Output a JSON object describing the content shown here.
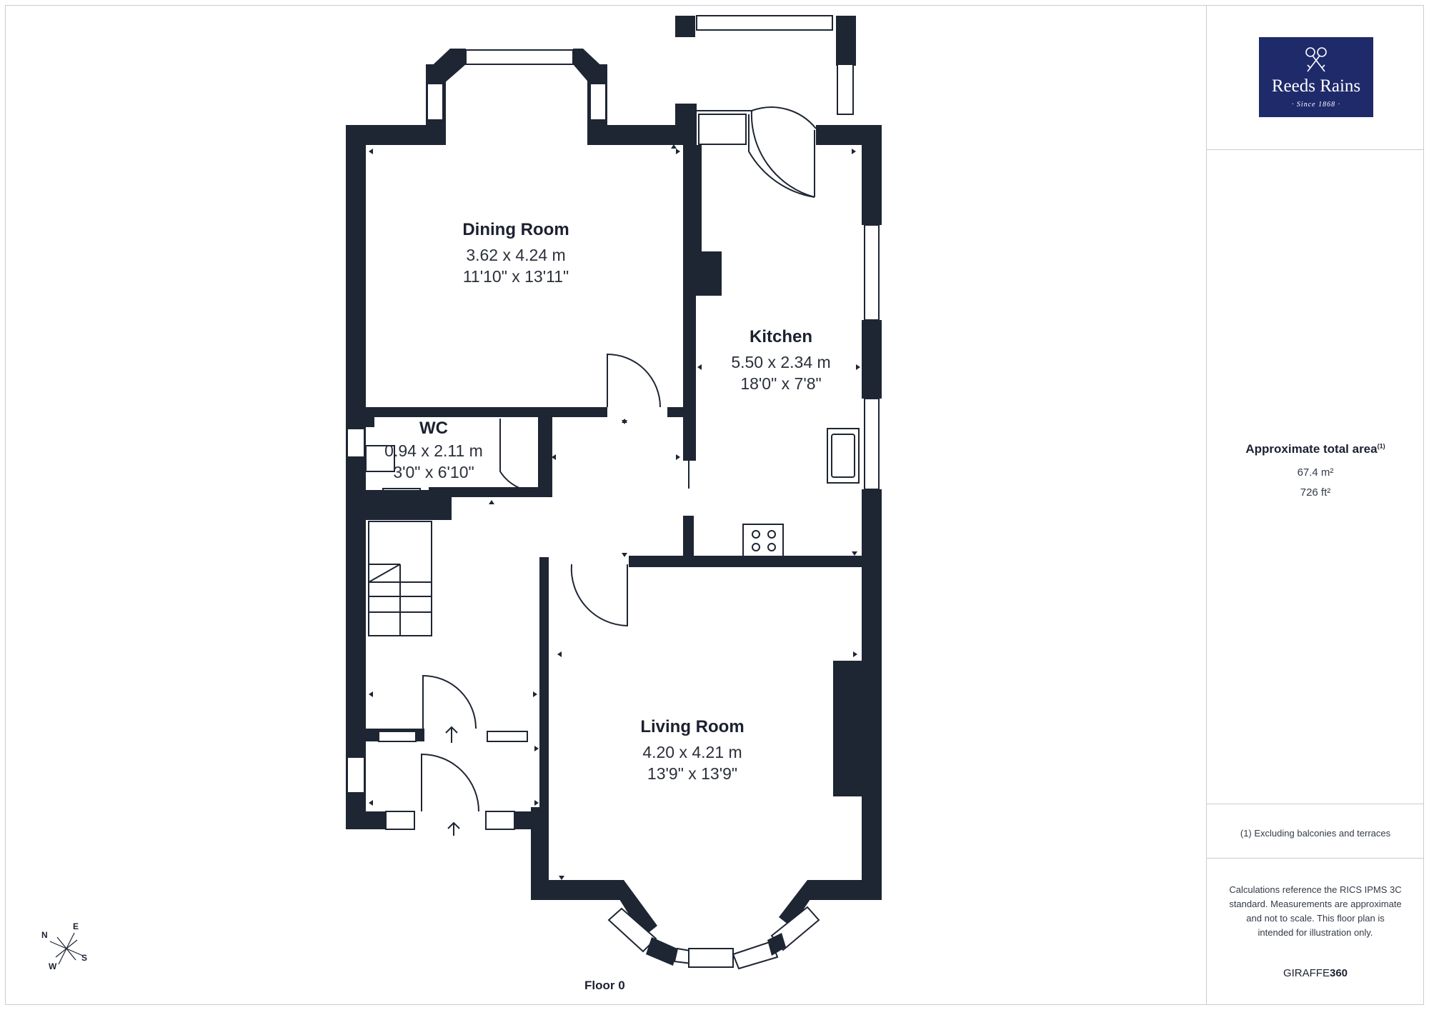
{
  "brand": {
    "logo_name": "Reeds Rains",
    "logo_since": "· Since 1868 ·",
    "provider": "GIRAFFE",
    "provider_suffix": "360"
  },
  "area": {
    "title": "Approximate total area",
    "note_mark": "(1)",
    "metric": "67.4 m²",
    "imperial": "726 ft²"
  },
  "footnote": "(1) Excluding balconies and terraces",
  "disclaimer": "Calculations reference the RICS IPMS 3C standard. Measurements are approximate and not to scale. This floor plan is intended for illustration only.",
  "floor_label": "Floor 0",
  "compass": {
    "n": "N",
    "e": "E",
    "s": "S",
    "w": "W"
  },
  "rooms": [
    {
      "name": "Dining Room",
      "metric": "3.62 x 4.24 m",
      "imperial": "11'10\" x 13'11\""
    },
    {
      "name": "Kitchen",
      "metric": "5.50 x 2.34 m",
      "imperial": "18'0\" x 7'8\""
    },
    {
      "name": "WC",
      "metric": "0.94 x 2.11 m",
      "imperial": "3'0\" x 6'10\""
    },
    {
      "name": "Living Room",
      "metric": "4.20 x 4.21 m",
      "imperial": "13'9\" x 13'9\""
    }
  ],
  "colors": {
    "wall": "#1e2533",
    "logo_bg": "#1f2a6b",
    "frame": "#c8ccd2"
  }
}
